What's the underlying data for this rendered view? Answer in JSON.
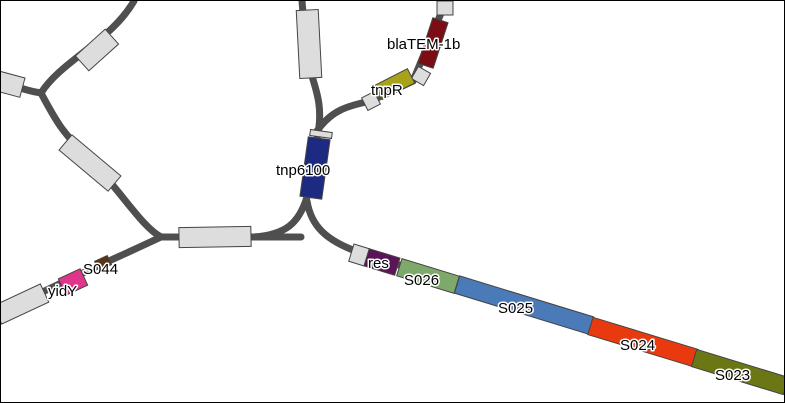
{
  "graph": {
    "edge_color": "#4f4f4f",
    "blank_node_color": "#dddddd",
    "labeled_nodes": [
      {
        "id": "blaTEM",
        "label": "blaTEM-1b",
        "color": "#7a0e14"
      },
      {
        "id": "tnpR",
        "label": "tnpR",
        "color": "#a8a21a"
      },
      {
        "id": "tnp6100",
        "label": "tnp6100",
        "color": "#1c2a82"
      },
      {
        "id": "res",
        "label": "res",
        "color": "#5c1459"
      },
      {
        "id": "S026",
        "label": "S026",
        "color": "#7daa6a"
      },
      {
        "id": "S025",
        "label": "S025",
        "color": "#4a7ab8"
      },
      {
        "id": "S024",
        "label": "S024",
        "color": "#e83a0e"
      },
      {
        "id": "S023",
        "label": "S023",
        "color": "#6b7614"
      },
      {
        "id": "S044",
        "label": "S044",
        "color": "#5a3514"
      },
      {
        "id": "yidY",
        "label": "yidY",
        "color": "#e0358a"
      }
    ]
  }
}
